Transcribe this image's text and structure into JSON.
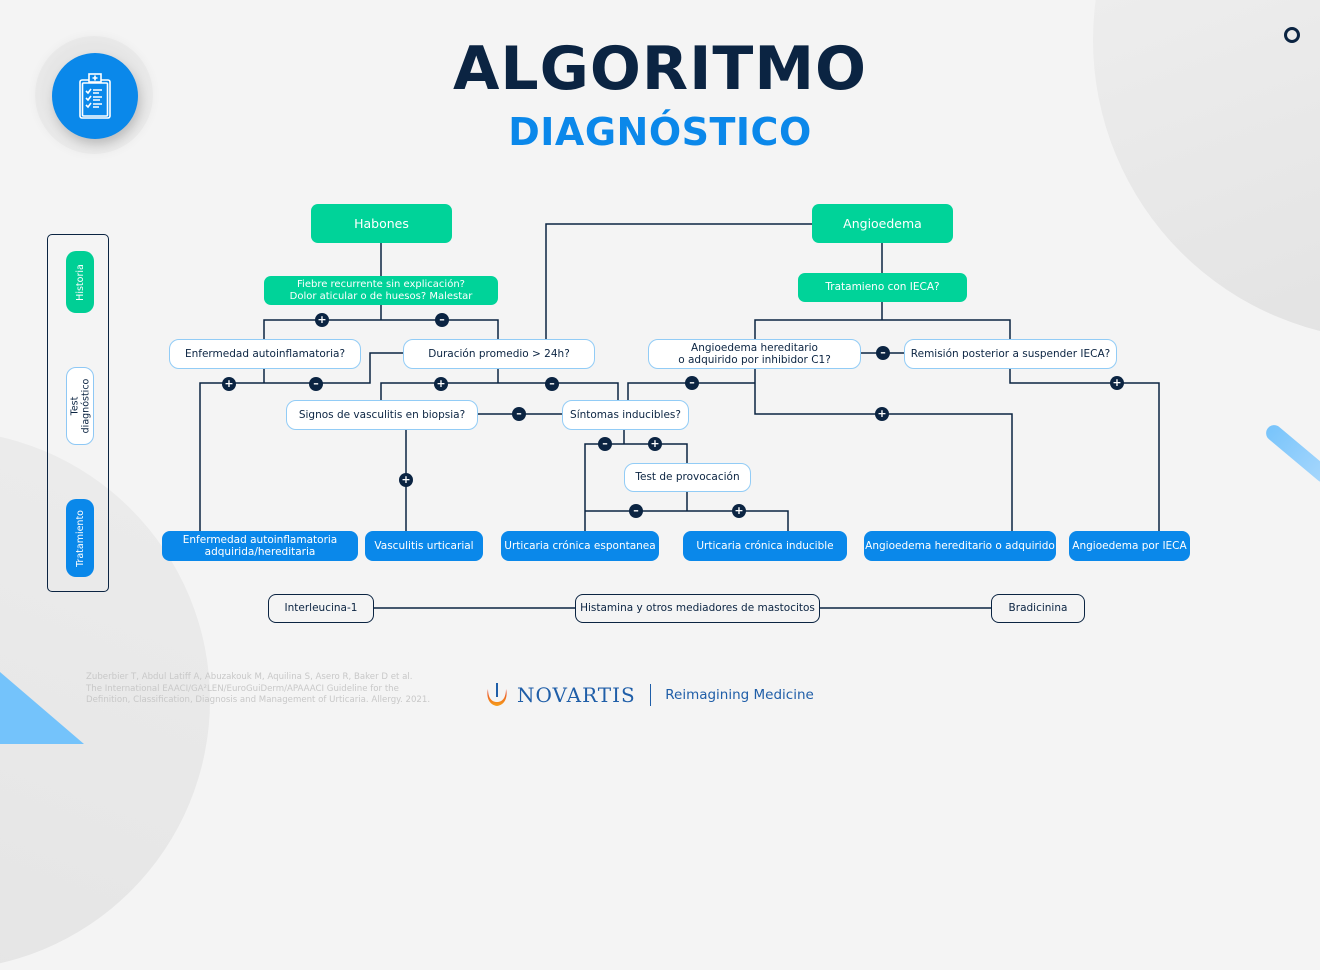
{
  "header": {
    "title": "ALGORITMO",
    "subtitle": "DIAGNÓSTICO",
    "icon": "clipboard-checklist-icon"
  },
  "colors": {
    "navy": "#0b2442",
    "blue": "#0a88ea",
    "green": "#00d399",
    "light_blue_border": "#92ccf6"
  },
  "legend": {
    "items": [
      {
        "label": "Historia",
        "style": "green"
      },
      {
        "label": "Test diagnóstico",
        "style": "outline"
      },
      {
        "label": "Tratamiento",
        "style": "blue"
      }
    ]
  },
  "nodes": {
    "habones": "Habones",
    "angioedema": "Angioedema",
    "fiebre": "Fiebre recurrente sin explicación?\nDolor aticular o de huesos? Malestar",
    "ieca": "Tratamieno con IECA?",
    "autoinflamatoria_q": "Enfermedad autoinflamatoria?",
    "duracion_q": "Duración promedio > 24h?",
    "hereditario_q": "Angioedema hereditario\no adquirido por inhibidor C1?",
    "remision_q": "Remisión posterior a suspender IECA?",
    "vasculitis_q": "Signos de vasculitis en biopsia?",
    "inducibles_q": "Síntomas inducibles?",
    "provocacion": "Test de provocación"
  },
  "outcomes": [
    "Enfermedad autoinflamatoria\nadquirida/hereditaria",
    "Vasculitis urticarial",
    "Urticaria crónica espontanea",
    "Urticaria crónica inducible",
    "Angioedema hereditario o adquirido",
    "Angioedema por IECA"
  ],
  "mediators": [
    "Interleucina-1",
    "Histamina y otros mediadores de mastocitos",
    "Bradicinina"
  ],
  "badges": {
    "plus": "+",
    "minus": "–"
  },
  "footer": {
    "citation": [
      "Zuberbier T, Abdul Latiff A, Abuzakouk M, Aquilina S, Asero R, Baker D et al.",
      "The International EAACI/GA²LEN/EuroGuiDerm/APAAACI Guideline for the",
      "Definition, Classification, Diagnosis and Management of Urticaria. Allergy. 2021."
    ],
    "brand": "NOVARTIS",
    "tagline": "Reimagining Medicine"
  }
}
